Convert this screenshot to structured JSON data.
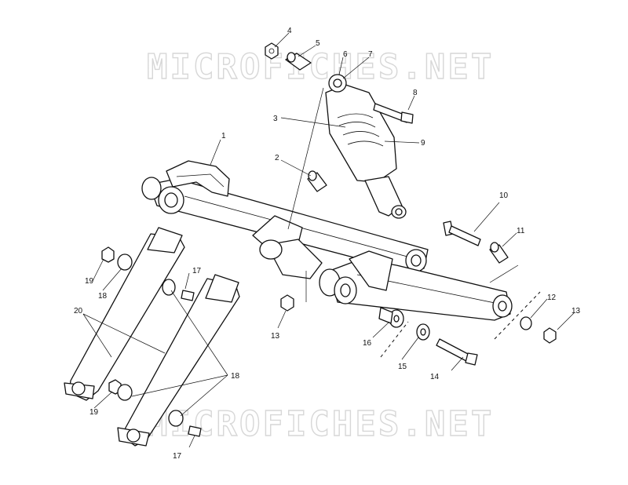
{
  "watermark": {
    "top": "MICROFICHES.NET",
    "bottom": "MICROFICHES.NET"
  },
  "callouts": {
    "c1": "1",
    "c2": "2",
    "c3": "3",
    "c4": "4",
    "c5": "5",
    "c6": "6",
    "c7": "7",
    "c8": "8",
    "c9": "9",
    "c10": "10",
    "c11": "11",
    "c12": "12",
    "c13a": "13",
    "c13b": "13",
    "c14": "14",
    "c15": "15",
    "c16": "16",
    "c17a": "17",
    "c17b": "17",
    "c18a": "18",
    "c18b": "18",
    "c19a": "19",
    "c19b": "19",
    "c20": "20"
  }
}
